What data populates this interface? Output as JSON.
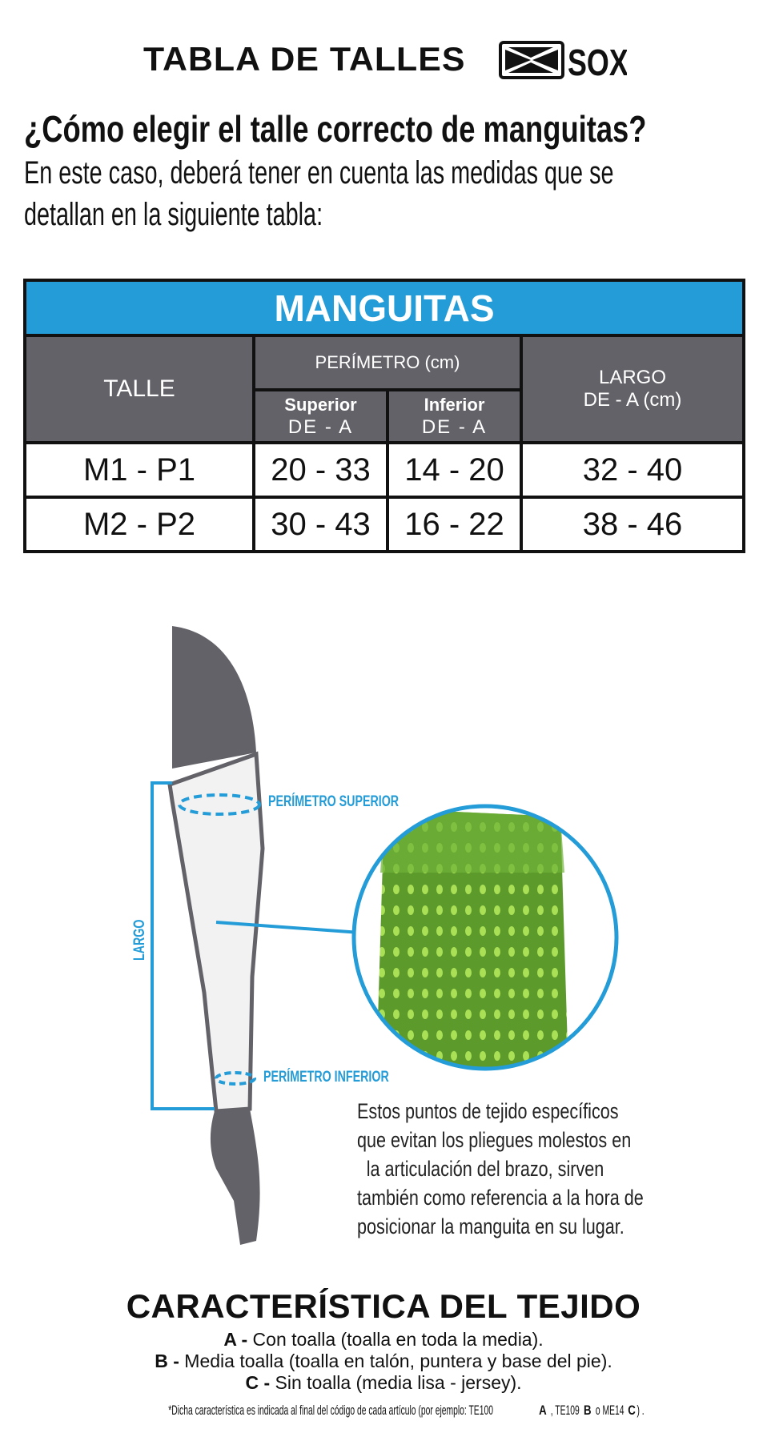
{
  "header": {
    "title": "TABLA DE TALLES",
    "brand": "SOX"
  },
  "intro": {
    "heading": "¿Cómo elegir el talle correcto de manguitas?",
    "line1": "En este caso, deberá tener en cuenta las medidas que se",
    "line2": "detallan en la siguiente tabla:"
  },
  "table": {
    "title": "MANGUITAS",
    "col_talle": "TALLE",
    "col_perimetro": "PERÍMETRO (cm)",
    "sub_superior": "Superior",
    "sub_inferior": "Inferior",
    "sub_range": "DE - A",
    "col_largo_1": "LARGO",
    "col_largo_2": "DE - A (cm)",
    "rows": [
      {
        "talle": "M1 - P1",
        "superior": "20 - 33",
        "inferior": "14 - 20",
        "largo": "32 - 40"
      },
      {
        "talle": "M2 - P2",
        "superior": "30 - 43",
        "inferior": "16 - 22",
        "largo": "38 - 46"
      }
    ]
  },
  "diagram": {
    "label_superior": "PERÍMETRO SUPERIOR",
    "label_inferior": "PERÍMETRO INFERIOR",
    "label_largo": "LARGO",
    "caption": [
      "Estos puntos de tejido específicos",
      "que evitan los pliegues molestos en",
      "la articulación del brazo, sirven",
      "también como referencia a la hora de",
      "posicionar la manguita en su lugar."
    ],
    "accent": "#239cd8",
    "fabric_color": "#7cc43a"
  },
  "features": {
    "title": "CARACTERÍSTICA DEL TEJIDO",
    "items": [
      {
        "key": "A -",
        "text": " Con toalla (toalla en toda la media)."
      },
      {
        "key": "B -",
        "text": " Media toalla (toalla en talón, puntera y base del pie)."
      },
      {
        "key": "C -",
        "text": " Sin toalla (media lisa - jersey)."
      }
    ],
    "footnote_pre": "*Dicha característica es indicada al final del código de cada artículo (por ejemplo: TE100",
    "fn_a": "A",
    "fn_mid1": ", TE109",
    "fn_b": "B",
    "fn_mid2": " o ME14",
    "fn_c": "C",
    "fn_end": ") ."
  }
}
